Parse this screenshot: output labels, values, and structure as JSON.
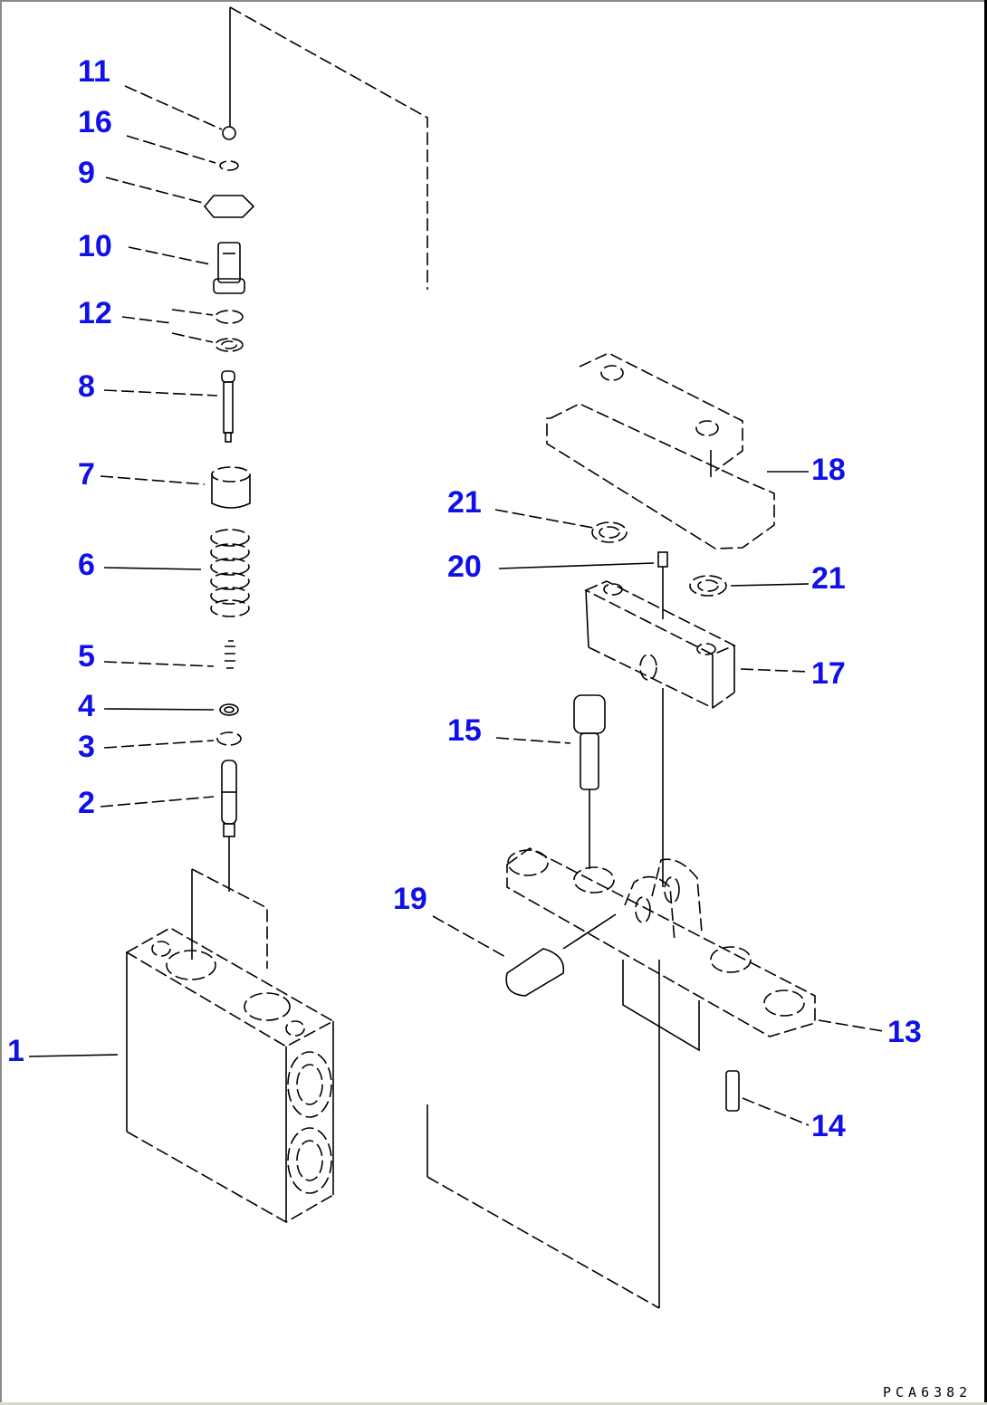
{
  "diagram": {
    "type": "exploded parts view",
    "drawing_code": "PCA6382",
    "callouts": [
      {
        "id": "11",
        "label": "11"
      },
      {
        "id": "16",
        "label": "16"
      },
      {
        "id": "9",
        "label": "9"
      },
      {
        "id": "10",
        "label": "10"
      },
      {
        "id": "12",
        "label": "12"
      },
      {
        "id": "8",
        "label": "8"
      },
      {
        "id": "7",
        "label": "7"
      },
      {
        "id": "6",
        "label": "6"
      },
      {
        "id": "5",
        "label": "5"
      },
      {
        "id": "4",
        "label": "4"
      },
      {
        "id": "3",
        "label": "3"
      },
      {
        "id": "2",
        "label": "2"
      },
      {
        "id": "1",
        "label": "1"
      },
      {
        "id": "18",
        "label": "18"
      },
      {
        "id": "21a",
        "label": "21"
      },
      {
        "id": "20",
        "label": "20"
      },
      {
        "id": "21b",
        "label": "21"
      },
      {
        "id": "17",
        "label": "17"
      },
      {
        "id": "15",
        "label": "15"
      },
      {
        "id": "19",
        "label": "19"
      },
      {
        "id": "13",
        "label": "13"
      },
      {
        "id": "14",
        "label": "14"
      }
    ],
    "colors": {
      "callout": "#1010e8",
      "linework": "#000000",
      "background": "#ffffff"
    }
  }
}
